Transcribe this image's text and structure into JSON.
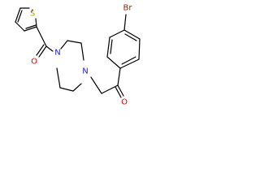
{
  "molecule": {
    "atoms": {
      "S": {
        "label": "S",
        "color": "#b8a400"
      },
      "O_amide": {
        "label": "O",
        "color": "#e00000"
      },
      "N1": {
        "label": "N",
        "color": "#2222cc"
      },
      "N2": {
        "label": "N",
        "color": "#2222cc"
      },
      "O_ketone": {
        "label": "O",
        "color": "#e00000"
      },
      "Br": {
        "label": "Br",
        "color": "#8b2a0a"
      }
    },
    "bond_color": "#000000"
  }
}
